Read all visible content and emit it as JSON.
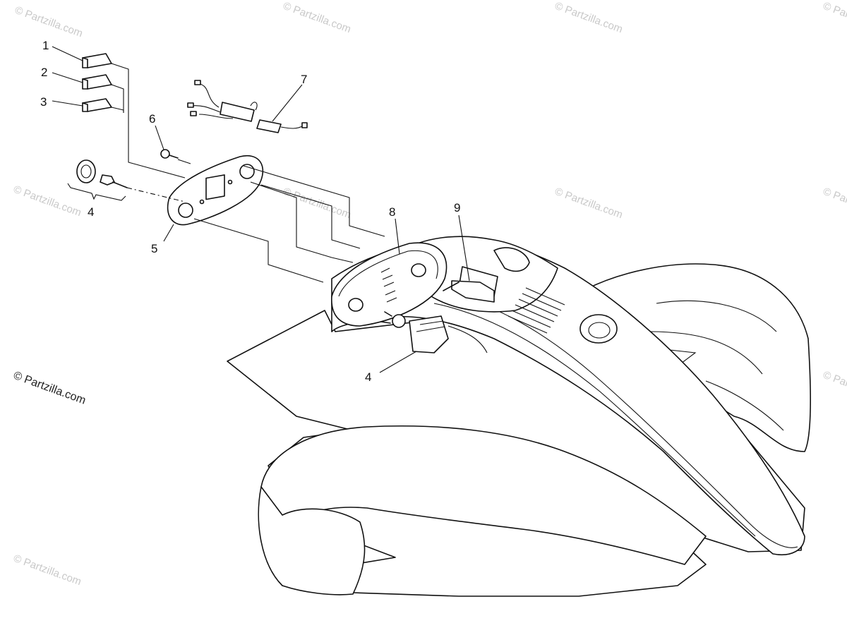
{
  "callouts": {
    "c1": "1",
    "c2": "2",
    "c3": "3",
    "c4a": "4",
    "c4b": "4",
    "c5": "5",
    "c6": "6",
    "c7": "7",
    "c8": "8",
    "c9": "9"
  },
  "credit": "© Partzilla.com",
  "watermark": "© Partzilla.com"
}
